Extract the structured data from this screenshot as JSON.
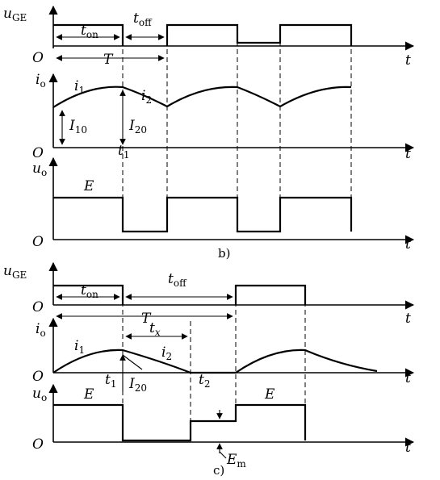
{
  "labels": {
    "u": "u",
    "GE": "GE",
    "i": "i",
    "o": "o",
    "O": "O",
    "t": "t",
    "T": "T",
    "E": "E",
    "on": "on",
    "off": "off",
    "x": "x",
    "m": "m",
    "I": "I",
    "sub10": "10",
    "sub20": "20",
    "one": "1",
    "two": "2"
  },
  "captions": {
    "b": "b)",
    "c": "c)"
  }
}
